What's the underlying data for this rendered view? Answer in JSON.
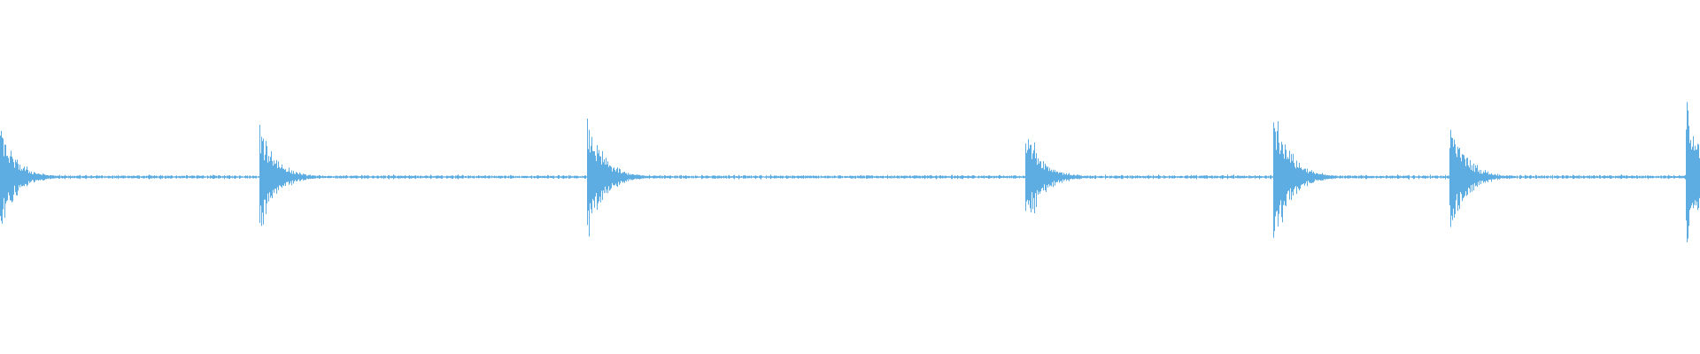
{
  "waveform": {
    "color": "#5dade2",
    "background": "#ffffff",
    "transients": [
      {
        "time": 0.0,
        "peak": 0.42
      },
      {
        "time": 0.153,
        "peak": 0.46
      },
      {
        "time": 0.346,
        "peak": 0.5
      },
      {
        "time": 0.604,
        "peak": 0.48
      },
      {
        "time": 0.75,
        "peak": 0.64
      },
      {
        "time": 0.854,
        "peak": 0.51
      },
      {
        "time": 0.993,
        "peak": 0.65
      }
    ],
    "noise_floor": 0.01
  }
}
